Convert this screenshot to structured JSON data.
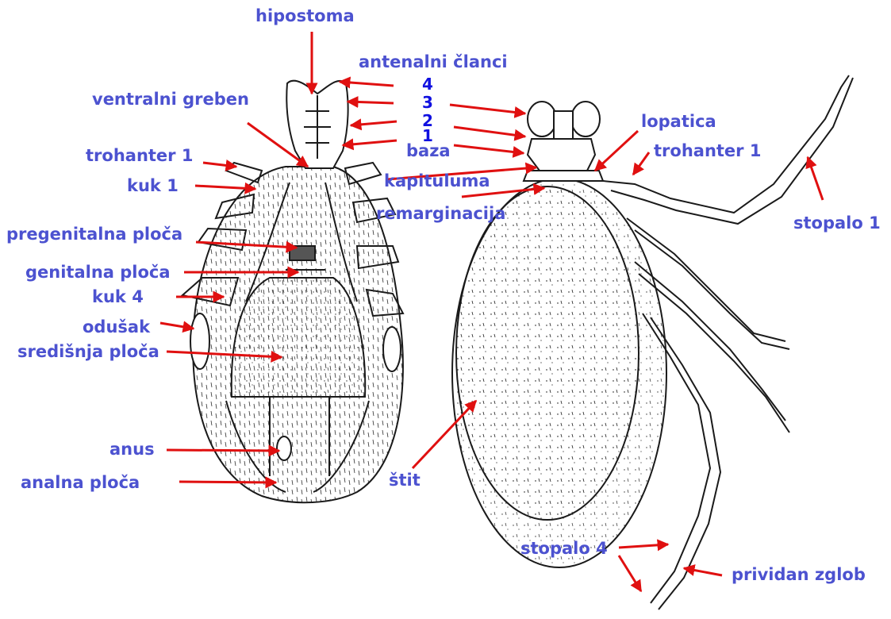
{
  "labels": {
    "hipostoma": "hipostoma",
    "antenalni_clanci": "antenalni članci",
    "ventralni_greben": "ventralni greben",
    "trohanter_1_left": "trohanter 1",
    "kuk_1": "kuk 1",
    "pregenitalna_ploca": "pregenitalna ploča",
    "genitalna_ploca": "genitalna ploča",
    "kuk_4": "kuk 4",
    "odusak": "odušak",
    "sredisnja_ploca": "središnja ploča",
    "anus": "anus",
    "analna_ploca": "analna ploča",
    "baza": "baza",
    "kapituluma": "kapituluma",
    "remarginacija": "remarginacija",
    "lopatica": "lopatica",
    "trohanter_1_right": "trohanter 1",
    "stopalo_1": "stopalo 1",
    "stit": "štit",
    "stopalo_4": "stopalo 4",
    "prividan_zglob": "prividan zglob"
  },
  "segment_numbers": [
    "4",
    "3",
    "2",
    "1"
  ],
  "colors": {
    "label": "#4c52d0",
    "number": "#1010e0",
    "arrow": "#e01010",
    "drawing": "#1a1a1a"
  }
}
